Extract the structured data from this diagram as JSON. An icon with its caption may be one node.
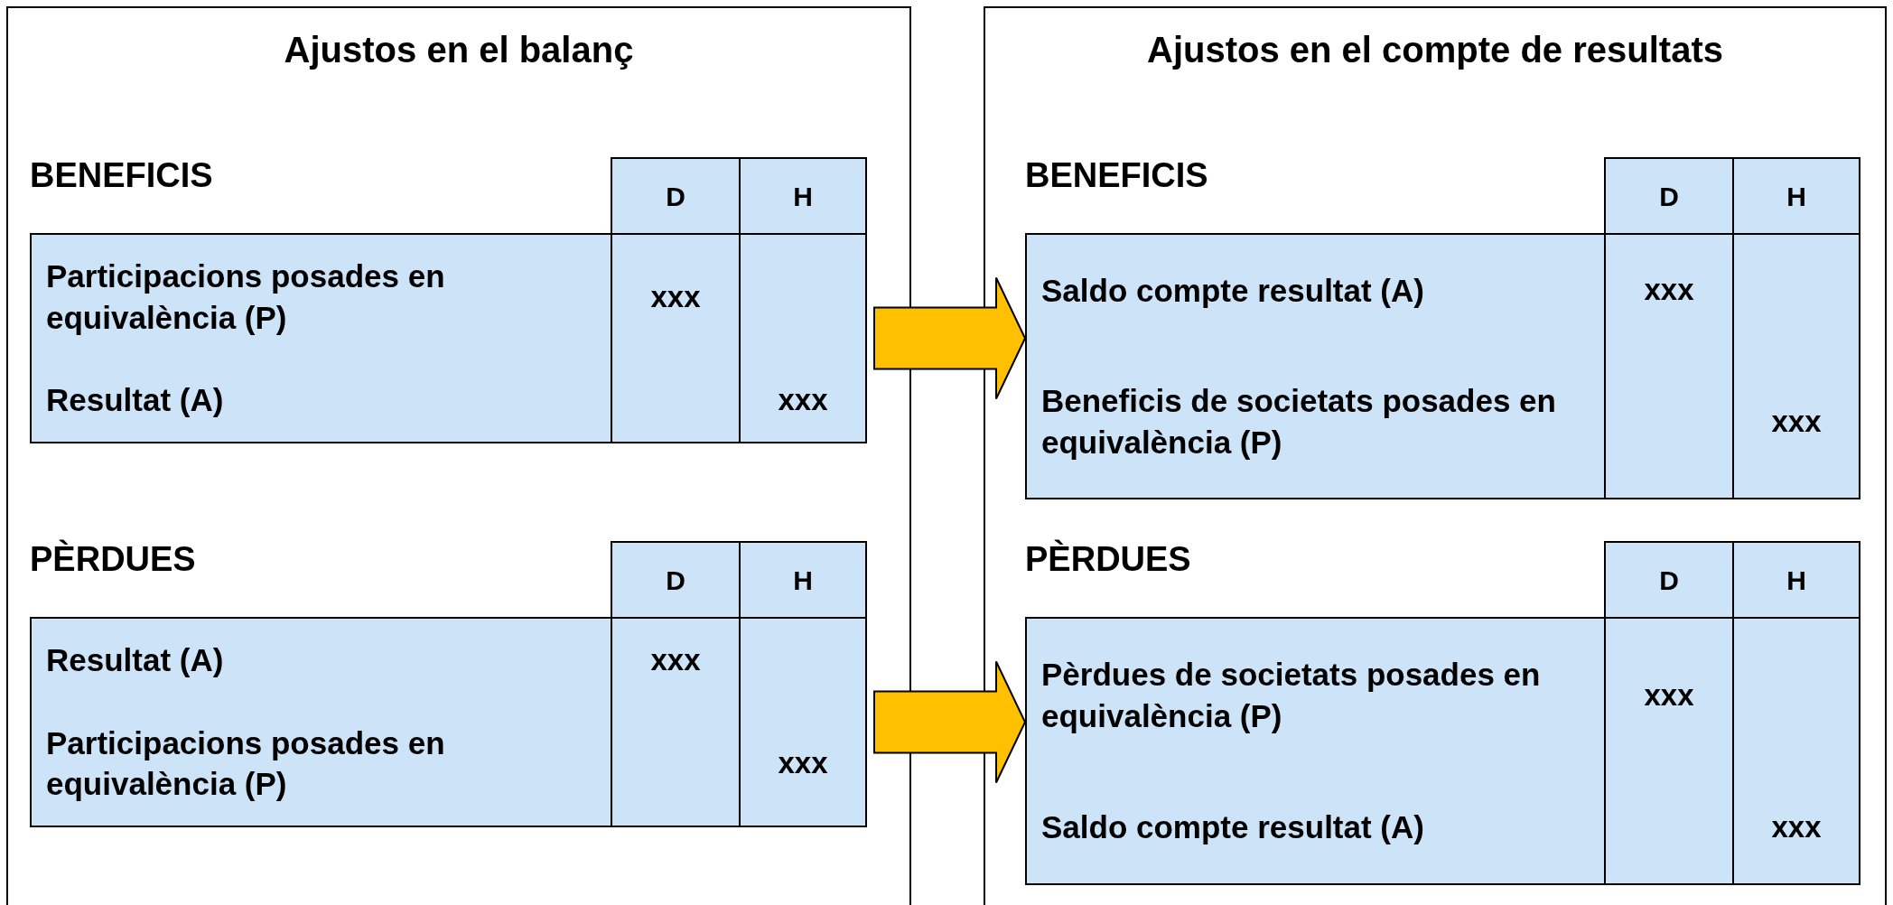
{
  "diagram": {
    "nodes": [
      {
        "text": [
          "Ajustos en el balanç"
        ]
      },
      {
        "text": [
          "BENEFICIS",
          "D",
          "H",
          "Participacions posades en equivalència (P)",
          "xxx",
          "Resultat (A)",
          "xxx"
        ],
        "in": 0
      },
      {
        "text": [
          "PÈRDUES",
          "D",
          "H",
          "Resultat (A)",
          "xxx",
          "Participacions posades en equivalència (P)",
          "xxx"
        ],
        "in": 0
      },
      {
        "text": [
          "Ajustos en el compte de resultats"
        ]
      },
      {
        "text": [
          "BENEFICIS",
          "D",
          "H",
          "Saldo compte resultat (A)",
          "xxx",
          "Beneficis de societats posades en equivalència (P)",
          "xxx"
        ],
        "in": 3
      },
      {
        "text": [
          "PÈRDUES",
          "D",
          "H",
          "Pèrdues de societats posades en equivalència (P)",
          "xxx",
          "Saldo compte resultat (A)",
          "xxx"
        ],
        "in": 3
      }
    ],
    "edges": [
      {
        "from": 1,
        "to": 4,
        "arrow": "to"
      },
      {
        "from": 2,
        "to": 5,
        "arrow": "to"
      }
    ]
  }
}
